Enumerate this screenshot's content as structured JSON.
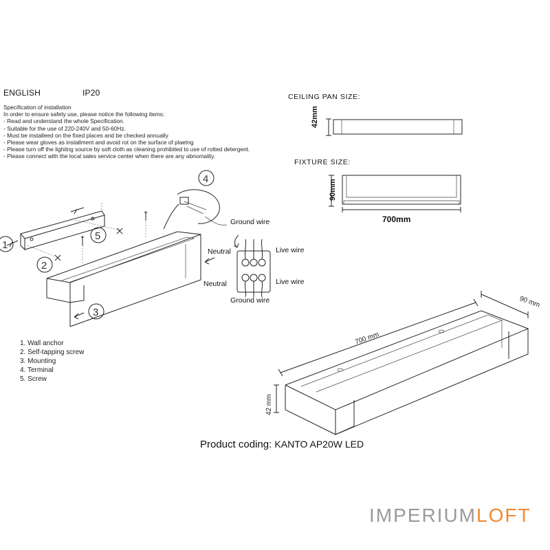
{
  "header": {
    "language": "ENGLISH",
    "ip_rating": "IP20",
    "ceiling_pan_size": "CEILING PAN  SIZE:",
    "fixture_size": "FIXTURE SIZE:"
  },
  "specification": {
    "title": "Specification of installation",
    "intro": "In order to ensure safety use, please notice the following items:",
    "items": [
      "- Read and understand the whole Specification.",
      "- Suitable for the use of 220-240V and 50-60Hz.",
      "- Must be installeed on the fixed places and be checked annually",
      "- Please wear gloves as installment and avoid rot on the surface of plaetng",
      "- Please turn off the lighitng source by soft cloth as cleaning prohibited to use of rotted detergent.",
      "- Please connect with the local sales service center when there are any abnomality."
    ]
  },
  "ceiling_pan": {
    "height_label": "42mm"
  },
  "fixture": {
    "height_label": "90mm",
    "width_label": "700mm"
  },
  "callouts": [
    "1",
    "2",
    "3",
    "4",
    "5"
  ],
  "wiring": {
    "ground_top": "Ground wire",
    "neutral_1": "Neutral",
    "live_1": "Live wire",
    "neutral_2": "Neutral",
    "live_2": "Live wire",
    "ground_bottom": "Ground wire"
  },
  "legend": [
    "1. Wall anchor",
    "2. Self-tapping screw",
    "3. Mounting",
    "4. Terminal",
    "5. Screw"
  ],
  "isometric": {
    "depth_label": "90 mm",
    "length_label": "700 mm",
    "height_label": "42 mm"
  },
  "product": {
    "coding_label": "Product coding:",
    "coding_value": "KANTO AP20W LED"
  },
  "brand": {
    "primary": "IMPERIUM",
    "accent": "LOFT",
    "accent_color": "#f08a33"
  }
}
